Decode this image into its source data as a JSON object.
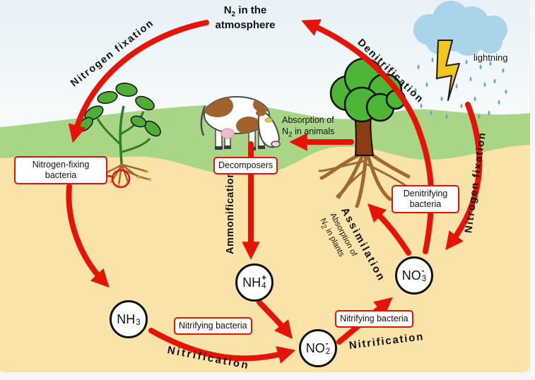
{
  "colors": {
    "arrow_red": "#e51408",
    "box_border_red": "#e51408",
    "soil_tan": "#fae3a8",
    "grass_green": "#a9d586",
    "sky_blue": "#e0eef7",
    "cloud_blue": "#a9d4ea",
    "rain_blue": "#53a7da",
    "lightning_yellow": "#f6c51d",
    "node_fill": "#ffffff",
    "node_border": "#111111"
  },
  "atmosphere": {
    "n": "N",
    "sub": "2",
    "rest": " in the",
    "line2": "atmosphere"
  },
  "process_labels": {
    "nitrogen_fixation_left": "Nitrogen fixation",
    "denitrification": "Denitrification",
    "nitrogen_fixation_right": "Nitrogen fixation",
    "ammonification": "Ammonification",
    "assimilation": "Assimilation",
    "nitrification_left": "Nitrification",
    "nitrification_right": "Nitrification",
    "lightning": "lightning"
  },
  "absorption_animals": {
    "line1": "Absorption of",
    "n": "N",
    "sub": "2",
    "rest": " in animals"
  },
  "absorption_plants": {
    "line1": "Absorption of",
    "n": "N",
    "sub": "2",
    "rest": " in plants"
  },
  "boxes": {
    "nitrogen_fixing_bacteria": "Nitrogen-fixing bacteria",
    "decomposers": "Decomposers",
    "denitrifying_bacteria": "Denitrifying bacteria",
    "nitrifying_bacteria_left": "Nitrifying bacteria",
    "nitrifying_bacteria_right": "Nitrifying bacteria"
  },
  "molecules": {
    "nh3": {
      "base": "NH",
      "sub": "3",
      "sup": ""
    },
    "nh4": {
      "base": "NH",
      "sub": "4",
      "sup": "+"
    },
    "no2": {
      "base": "NO",
      "sub": "2",
      "sup": "-"
    },
    "no3": {
      "base": "NO",
      "sub": "3",
      "sup": "-"
    }
  }
}
